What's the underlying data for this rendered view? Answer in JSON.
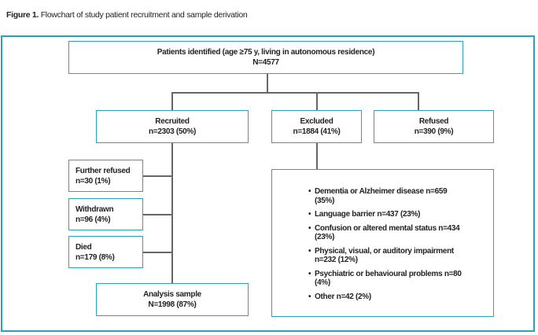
{
  "figure": {
    "label": "Figure 1.",
    "title": "Flowchart of study patient recruitment and sample derivation"
  },
  "colors": {
    "border": "#2aa3b8",
    "connector": "#666666"
  },
  "identified": {
    "label": "Patients identified (age ≥75 y, living in autonomous residence)",
    "count": "N=4577"
  },
  "recruited": {
    "label": "Recruited",
    "count": "n=2303 (50%)"
  },
  "excluded": {
    "label": "Excluded",
    "count": "n=1884 (41%)"
  },
  "refused": {
    "label": "Refused",
    "count": "n=390 (9%)"
  },
  "further_refused": {
    "label": "Further refused",
    "count": "n=30 (1%)"
  },
  "withdrawn": {
    "label": "Withdrawn",
    "count": "n=96 (4%)"
  },
  "died": {
    "label": "Died",
    "count": "n=179 (8%)"
  },
  "analysis": {
    "label": "Analysis sample",
    "count": "N=1998 (87%)"
  },
  "exclusion_reasons": [
    "Dementia or Alzheimer disease n=659 (35%)",
    "Language barrier n=437 (23%)",
    "Confusion or altered mental status n=434 (23%)",
    "Physical, visual, or auditory impairment n=232 (12%)",
    "Psychiatric or behavioural problems n=80 (4%)",
    "Other n=42 (2%)"
  ]
}
